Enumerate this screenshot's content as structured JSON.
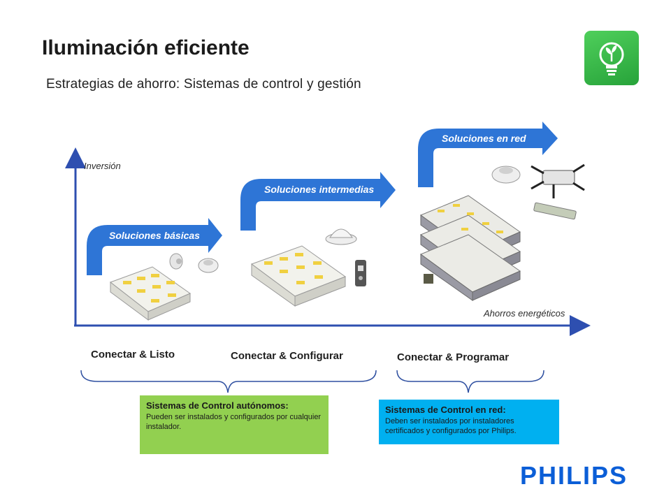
{
  "header": {
    "title": "Iluminación eficiente",
    "subtitle": "Estrategias de ahorro: Sistemas de control y gestión",
    "icon": "lightbulb-leaf-icon"
  },
  "diagram": {
    "y_axis_label": "Inversión",
    "x_axis_label": "Ahorros energéticos",
    "arrows": [
      {
        "label": "Soluciones básicas"
      },
      {
        "label": "Soluciones intermedias"
      },
      {
        "label": "Soluciones en red"
      }
    ],
    "arrow_color": "#2e75d6",
    "phases": [
      {
        "label": "Conectar & Listo"
      },
      {
        "label": "Conectar & Configurar"
      },
      {
        "label": "Conectar & Programar"
      }
    ]
  },
  "boxes": {
    "autonomous": {
      "title": "Sistemas de Control autónomos:",
      "body": "Pueden ser instalados y configurados por cualquier instalador.",
      "color": "#92d050"
    },
    "network": {
      "title": "Sistemas de Control en red:",
      "body": "Deben ser instalados por instaladores certificados  y configurados por Philips.",
      "color": "#00b0f0"
    }
  },
  "brand": {
    "logo_text": "PHILIPS",
    "color": "#0b5ed7"
  }
}
